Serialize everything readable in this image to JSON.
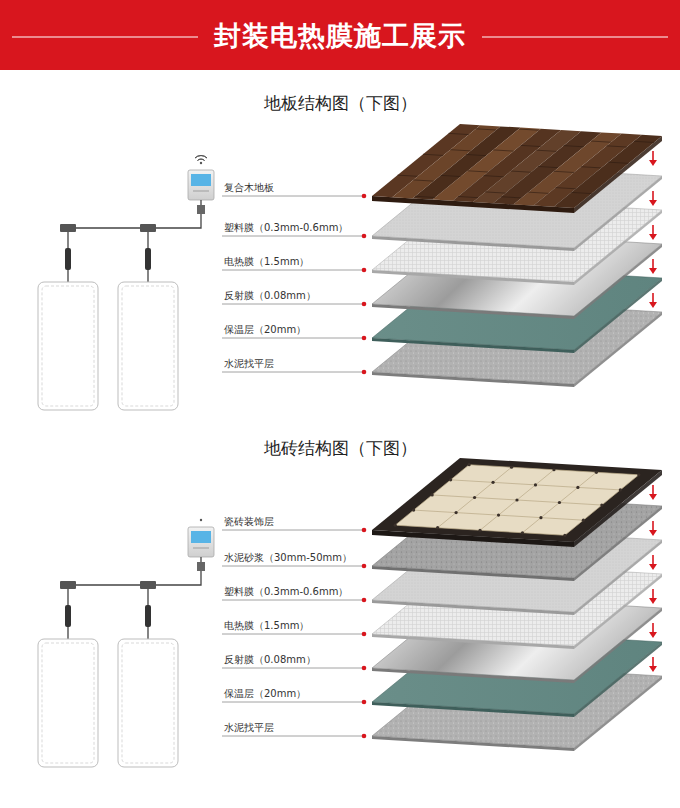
{
  "diagram": {
    "title": "封装电热膜施工展示",
    "labels": [
      "地板结构图（下图）",
      "复合木地板",
      "塑料膜（0.3mm-0.6mm）",
      "电热膜（1.5mm）",
      "反射膜（0.08mm）",
      "保温层（20mm）",
      "水泥找平层",
      "地砖结构图（下图）",
      "瓷砖装饰层",
      "水泥砂浆（30mm-50mm）",
      "塑料膜（0.3mm-0.6mm）",
      "电热膜（1.5mm）",
      "反射膜（0.08mm）",
      "保温层（20mm）",
      "水泥找平层"
    ]
  }
}
